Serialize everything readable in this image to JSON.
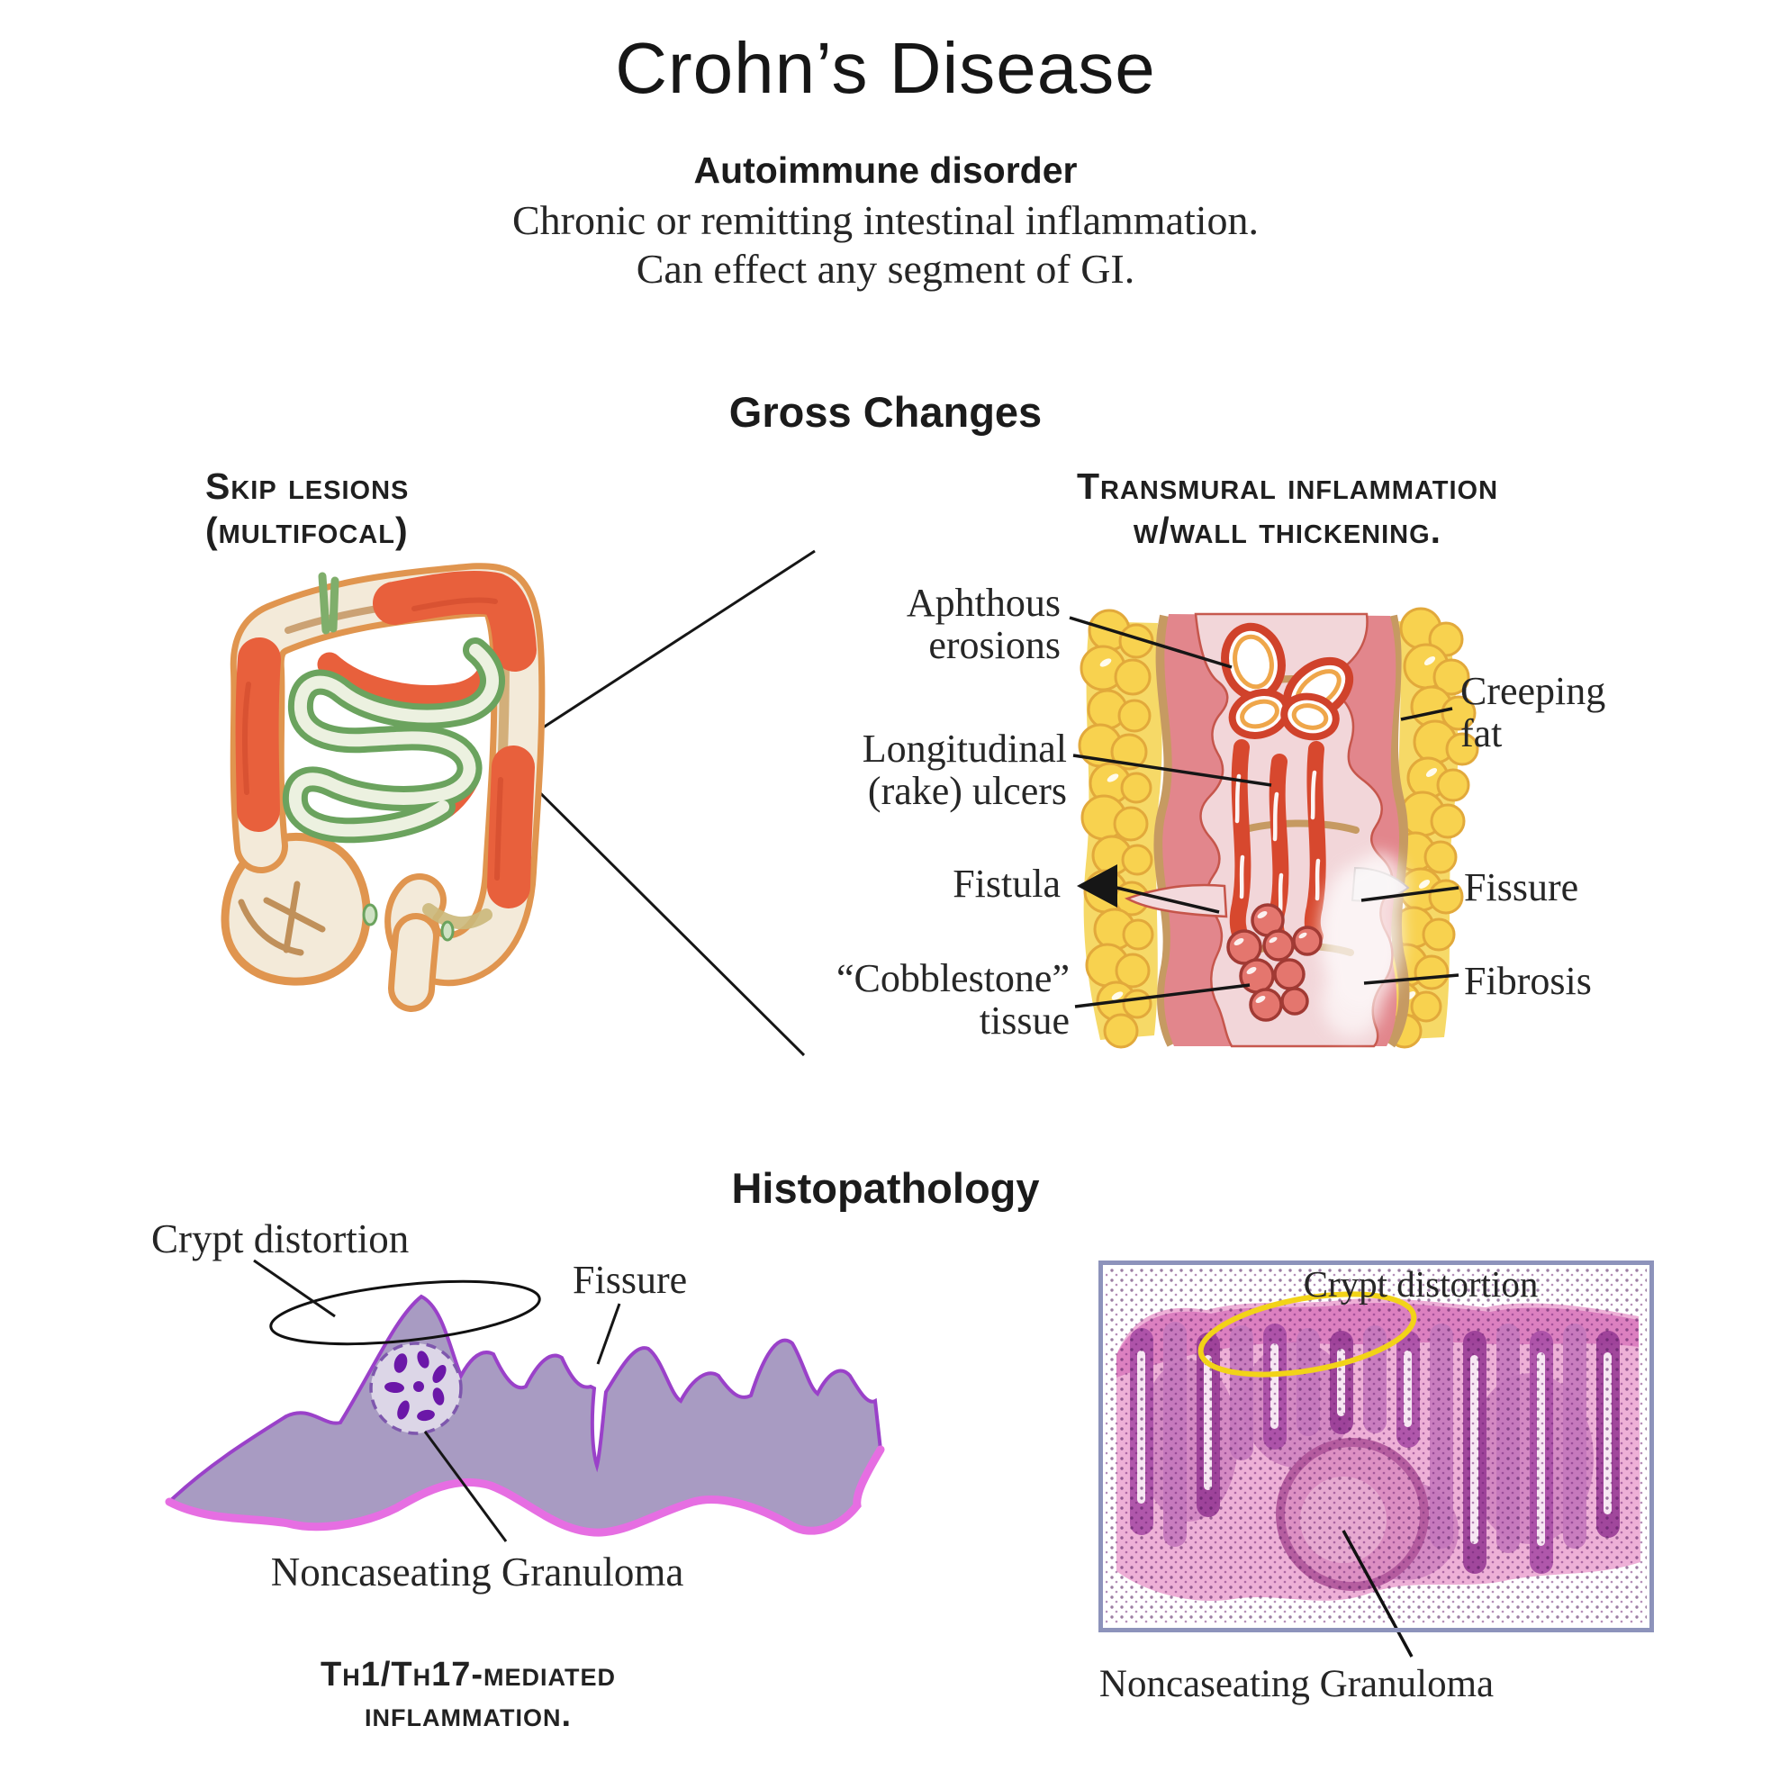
{
  "title": "Crohn’s Disease",
  "intro": {
    "line1": "Autoimmune disorder",
    "line2": "Chronic or remitting intestinal inflammation.",
    "line3": "Can effect any segment of GI."
  },
  "gross": {
    "heading": "Gross Changes",
    "skip_lesions": {
      "line1": "Skip lesions",
      "line2": "(multifocal)"
    },
    "transmural": {
      "line1": "Transmural inflammation",
      "line2": "w/wall thickening."
    },
    "labels": {
      "aphthous": {
        "line1": "Aphthous",
        "line2": "erosions"
      },
      "longitudinal": {
        "line1": "Longitudinal",
        "line2": "(rake) ulcers"
      },
      "fistula": "Fistula",
      "cobblestone": {
        "line1": "“Cobblestone”",
        "line2": "tissue"
      },
      "creeping_fat": {
        "line1": "Creeping",
        "line2": "fat"
      },
      "fissure": "Fissure",
      "fibrosis": "Fibrosis"
    }
  },
  "histology": {
    "heading": "Histopathology",
    "diagram": {
      "crypt_distortion": "Crypt distortion",
      "fissure": "Fissure",
      "granuloma": "Noncaseating Granuloma",
      "mediator": {
        "line1": "Th1/Th17-mediated",
        "line2": "inflammation."
      }
    },
    "micrograph": {
      "crypt_distortion": "Crypt distortion",
      "granuloma": "Noncaseating Granuloma"
    }
  },
  "colors": {
    "lesion_red": "#e8603c",
    "intestine_outline": "#e0954f",
    "intestine_fill": "#f3ead9",
    "small_intestine_green": "#6ba35e",
    "wall_pink": "#e2868c",
    "mucosa_pink": "#f3d9dc",
    "serosa_tan": "#c69a62",
    "fat_yellow": "#f8d24f",
    "ulcer_red": "#d7482e",
    "histology_lavender": "#a89bc2",
    "histology_top_purple": "#9a41c9",
    "histology_bottom_magenta": "#e66ee2",
    "granuloma_dot_purple": "#6b17a8",
    "annotation_yellow": "#f2d318",
    "micrograph_frame": "#8d93bb"
  }
}
